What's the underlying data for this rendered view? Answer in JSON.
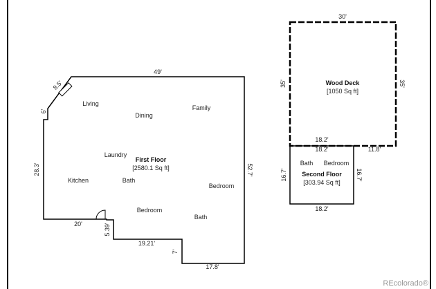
{
  "first_floor": {
    "title": "First Floor",
    "area": "[2580.1 Sq ft]",
    "rooms": {
      "living": "Living",
      "dining": "Dining",
      "family": "Family",
      "laundry": "Laundry",
      "kitchen": "Kitchen",
      "bath_1": "Bath",
      "bedroom_1": "Bedroom",
      "bedroom_2": "Bedroom",
      "bath_2": "Bath"
    },
    "dimensions": {
      "top": "49'",
      "diagonal": "8.5'",
      "corner_left": "6'",
      "left": "28.3'",
      "right": "52.7'",
      "bottom_left": "20'",
      "step_1": "5.39'",
      "step_mid": "19.21'",
      "step_2": "7'",
      "bottom_right": "17.8'"
    }
  },
  "wood_deck": {
    "title": "Wood Deck",
    "area": "[1050 Sq ft]",
    "dimensions": {
      "top": "30'",
      "left": "35'",
      "right": "35'",
      "bottom_inner": "18.2'",
      "bottom_right": "11.8'"
    }
  },
  "second_floor": {
    "title": "Second Floor",
    "area": "[303.94 Sq ft]",
    "rooms": {
      "bath": "Bath",
      "bedroom": "Bedroom"
    },
    "dimensions": {
      "top": "18.2'",
      "left": "16.7'",
      "right": "16.7'",
      "bottom": "18.2'"
    }
  },
  "watermark": "REcolorado®"
}
